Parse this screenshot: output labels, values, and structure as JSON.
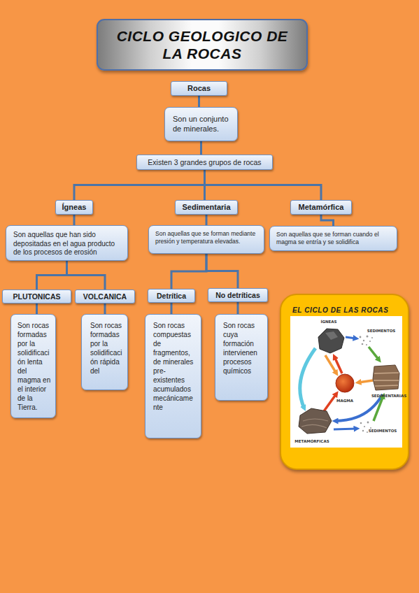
{
  "diagram": {
    "title": "CICLO GEOLOGICO DE LA ROCAS",
    "nodes": [
      {
        "text": [
          "Rocas"
        ]
      },
      {
        "text": [
          "Son un conjunto de minerales."
        ]
      },
      {
        "text": [
          "Existen 3 grandes grupos de rocas"
        ]
      },
      {
        "text": [
          "Ígneas"
        ]
      },
      {
        "text": [
          "Sedimentaria"
        ]
      },
      {
        "text": [
          "Metamórfica"
        ]
      },
      {
        "text": [
          "Son aquellas que han sido depositadas en el agua producto de los procesos de erosión"
        ]
      },
      {
        "text": [
          "Son aquellas que se forman mediante presión y temperatura elevadas."
        ]
      },
      {
        "text": [
          "Son aquellas que se forman cuando el magma se entría y se solidifica"
        ]
      },
      {
        "text": [
          "PLUTONICAS"
        ]
      },
      {
        "text": [
          "VOLCANICA"
        ]
      },
      {
        "text": [
          "Detrítica"
        ]
      },
      {
        "text": [
          "No detríticas"
        ]
      },
      {
        "text": [
          "Son rocas formadas por la solidificación lenta del magma en el interior de la Tierra."
        ]
      },
      {
        "text": [
          "Son rocas formadas por la solidificación rápida del"
        ]
      },
      {
        "text": [
          "Son rocas compuestas de fragmentos, de minerales pre-existentes acumulados mecánicamente"
        ]
      },
      {
        "text": [
          "Son rocas cuya formación intervienen procesos químicos"
        ]
      },
      {
        "text": [
          "EL CICLO DE LAS ROCAS"
        ]
      }
    ],
    "edges": [
      {
        "from": 0,
        "to": 1,
        "arrow": "none"
      },
      {
        "from": 1,
        "to": 2,
        "arrow": "none"
      },
      {
        "from": 2,
        "to": 3,
        "arrow": "none"
      },
      {
        "from": 2,
        "to": 4,
        "arrow": "none"
      },
      {
        "from": 2,
        "to": 5,
        "arrow": "none"
      },
      {
        "from": 3,
        "to": 6,
        "arrow": "none"
      },
      {
        "from": 4,
        "to": 7,
        "arrow": "none"
      },
      {
        "from": 5,
        "to": 8,
        "arrow": "none"
      },
      {
        "from": 6,
        "to": 9,
        "arrow": "none"
      },
      {
        "from": 6,
        "to": 10,
        "arrow": "none"
      },
      {
        "from": 7,
        "to": 11,
        "arrow": "none"
      },
      {
        "from": 7,
        "to": 12,
        "arrow": "none"
      },
      {
        "from": 9,
        "to": 13,
        "arrow": "none"
      },
      {
        "from": 10,
        "to": 14,
        "arrow": "none"
      },
      {
        "from": 11,
        "to": 15,
        "arrow": "none"
      },
      {
        "from": 12,
        "to": 16,
        "arrow": "none"
      }
    ],
    "labels": [
      "ÍGNEAS",
      "SEDIMENTOS",
      "SEDIMENTARIAS",
      "MAGMA",
      "METAMÓRFICAS",
      "SEDIMENTOS"
    ]
  }
}
